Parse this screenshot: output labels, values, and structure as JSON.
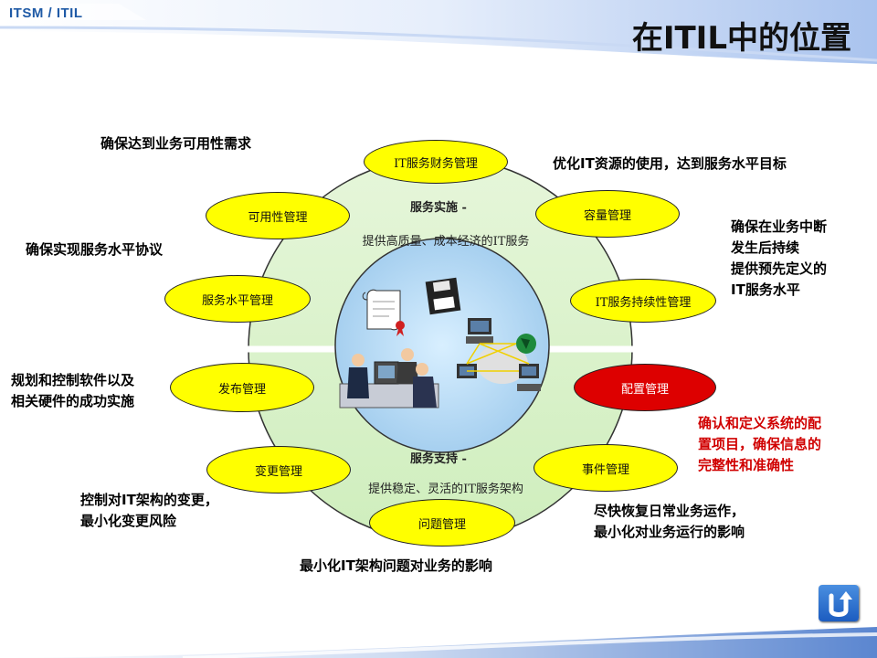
{
  "header": {
    "brand": "ITSM / ITIL",
    "title": "在ITIL中的位置"
  },
  "center": {
    "top_title": "服务实施 -",
    "top_subtitle": "提供高质量、成本经济的IT服务",
    "bottom_title": "服务支持 -",
    "bottom_subtitle": "提供稳定、灵活的IT服务架构"
  },
  "processes": {
    "financial": "IT服务财务管理",
    "availability": "可用性管理",
    "capacity": "容量管理",
    "service_level": "服务水平管理",
    "continuity": "IT服务持续性管理",
    "release": "发布管理",
    "configuration": "配置管理",
    "change": "变更管理",
    "incident": "事件管理",
    "problem": "问题管理"
  },
  "notes": {
    "availability": "确保达到业务可用性需求",
    "capacity": "优化IT资源的使用，达到服务水平目标",
    "service_level": "确保实现服务水平协议",
    "continuity": [
      "确保在业务中断",
      "发生后持续",
      "提供预先定义的",
      "IT服务水平"
    ],
    "release": [
      "规划和控制软件以及",
      "相关硬件的成功实施"
    ],
    "configuration": [
      "确认和定义系统的配",
      "置项目，确保信息的",
      "完整性和准确性"
    ],
    "change": [
      "控制对IT架构的变更，",
      "最小化变更风险"
    ],
    "incident": [
      "尽快恢复日常业务运作，",
      "最小化对业务运行的影响"
    ],
    "problem": "最小化IT架构问题对业务的影响"
  },
  "colors": {
    "process_fill": "#ffff00",
    "highlight_fill": "#dd0000",
    "highlight_text": "#d00000",
    "ring_fill": "#d8f0c8",
    "center_fill": "#b8dcf4",
    "brand": "#1f5aa6"
  },
  "icons": [
    "scroll-icon",
    "floppy-disk-icon",
    "people-at-computer-icon",
    "network-icon",
    "back-arrow-icon"
  ]
}
